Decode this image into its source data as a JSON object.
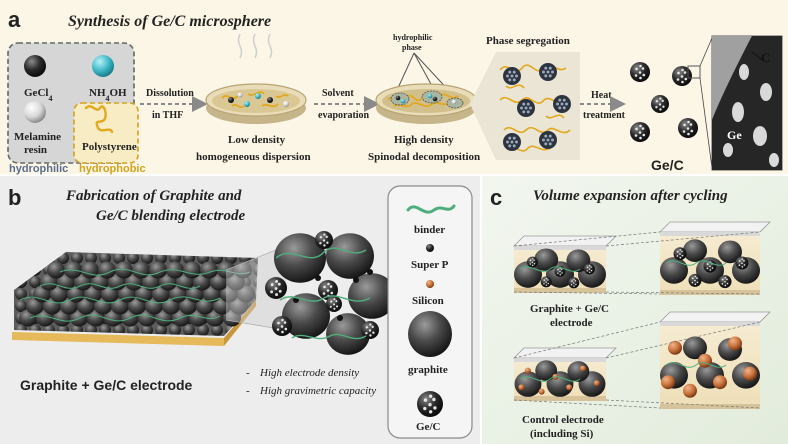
{
  "panel_a": {
    "letter": "a",
    "title": "Synthesis of Ge/C microsphere",
    "precursors": {
      "gecl4_main": "GeCl",
      "gecl4_sub": "4",
      "nh4oh_pre": "NH",
      "nh4oh_sub": "4",
      "nh4oh_post": "OH",
      "melamine_line1": "Melamine",
      "melamine_line2": "resin",
      "polystyrene": "Polystyrene",
      "hydrophilic": "hydrophilic",
      "hydrophobic": "hydrophobic"
    },
    "step1": {
      "line1": "Dissolution",
      "line2": "in THF"
    },
    "dish1": {
      "line1": "Low density",
      "line2": "homogeneous dispersion"
    },
    "step2": {
      "line1": "Solvent",
      "line2": "evaporation"
    },
    "dish2_label": {
      "line1": "hydrophilic",
      "line2": "phase"
    },
    "dish2": {
      "line1": "High density",
      "line2": "Spinodal decomposition"
    },
    "phase_segregation": "Phase segregation",
    "step3": {
      "line1": "Heat",
      "line2": "treatment"
    },
    "product": "Ge/C",
    "zoom_c": "C",
    "zoom_ge": "Ge"
  },
  "panel_b": {
    "letter": "b",
    "title_line1": "Fabrication of Graphite and",
    "title_line2": "Ge/C blending electrode",
    "electrode_label": "Graphite + Ge/C electrode",
    "bullet1": "High electrode density",
    "bullet2": "High gravimetric capacity",
    "bullet_mark": "-",
    "legend": {
      "binder": "binder",
      "super_p": "Super P",
      "silicon": "Silicon",
      "graphite": "graphite",
      "gec": "Ge/C"
    }
  },
  "panel_c": {
    "letter": "c",
    "title": "Volume expansion after cycling",
    "top_label_line1": "Graphite + Ge/C",
    "top_label_line2": "electrode",
    "bottom_label_line1": "Control electrode",
    "bottom_label_line2": "(including Si)"
  },
  "colors": {
    "panel_a_bg": "#fbf6e6",
    "panel_b_bg": "#ededed",
    "panel_c_bg": "#e9f1e6",
    "hydrophilic": "#5a6d8f",
    "hydrophobic": "#d4a21c",
    "binder": "#4fae7e",
    "silicon": "#c8703a",
    "nh4oh": "#3fb8c7"
  }
}
